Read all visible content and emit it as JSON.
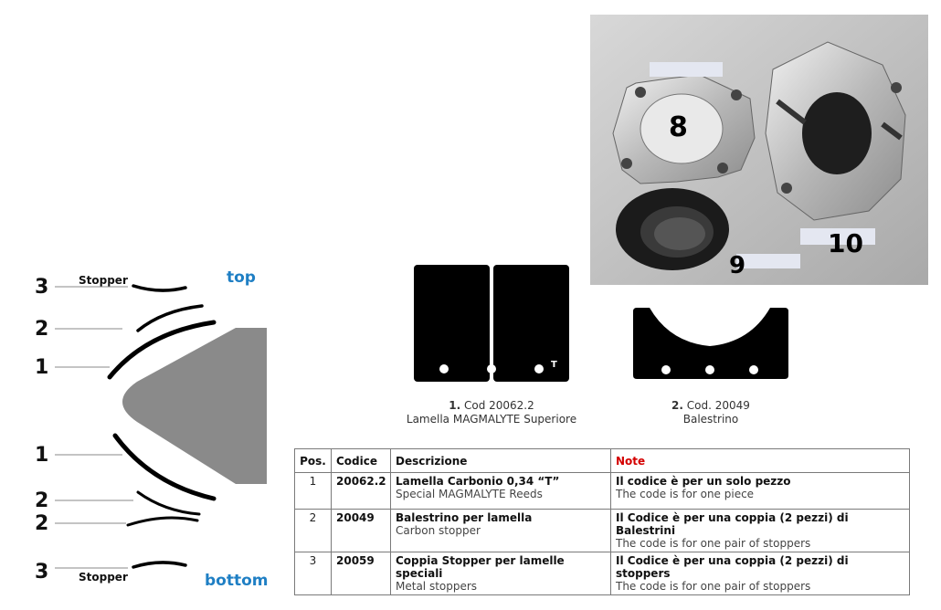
{
  "diagram": {
    "top_label": "top",
    "bottom_label": "bottom",
    "stopper_label": "Stopper",
    "numbers": [
      "3",
      "2",
      "1",
      "1",
      "2",
      "2",
      "3"
    ]
  },
  "photo": {
    "labels": [
      "8",
      "9",
      "10"
    ]
  },
  "parts": [
    {
      "num": "1.",
      "code": "Cod 20062.2",
      "name": "Lamella MAGMALYTE Superiore",
      "mark": "T"
    },
    {
      "num": "2.",
      "code": "Cod. 20049",
      "name": "Balestrino"
    }
  ],
  "table": {
    "headers": [
      "Pos.",
      "Codice",
      "Descrizione",
      "Note"
    ],
    "rows": [
      {
        "pos": "1",
        "code": "20062.2",
        "desc_main": "Lamella Carbonio 0,34 “T”",
        "desc_sub": "Special MAGMALYTE Reeds",
        "note_main": "Il codice è per un solo pezzo",
        "note_sub": "The code is for one piece"
      },
      {
        "pos": "2",
        "code": "20049",
        "desc_main": "Balestrino per lamella",
        "desc_sub": "Carbon stopper",
        "note_main": "Il Codice è per una coppia (2 pezzi) di Balestrini",
        "note_sub": "The code is for one pair of stoppers"
      },
      {
        "pos": "3",
        "code": "20059",
        "desc_main": "Coppia Stopper per lamelle speciali",
        "desc_sub": "Metal stoppers",
        "note_main": "Il Codice è per una coppia (2 pezzi) di stoppers",
        "note_sub": "The code is for one pair of stoppers"
      }
    ]
  },
  "colors": {
    "accent_blue": "#1f7fc4",
    "note_red": "#d40000",
    "wedge_gray": "#8a8a8a"
  }
}
